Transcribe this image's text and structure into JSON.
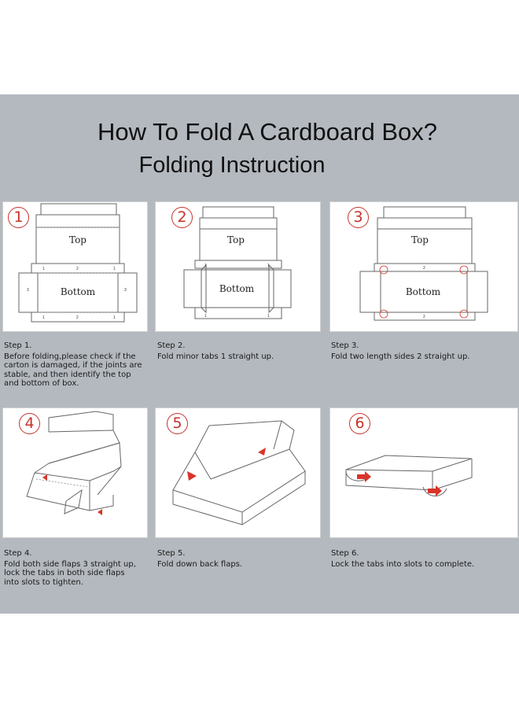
{
  "title": "How To Fold A Cardboard Box?",
  "subtitle": "Folding Instruction",
  "labels": {
    "top": "Top",
    "bottom": "Bottom"
  },
  "steps": [
    {
      "number": "1",
      "step": "Step 1.",
      "description": "Before folding,please check if the\ncarton is damaged, if the joints are\nstable, and then identify the top\nand bottom of box."
    },
    {
      "number": "2",
      "step": "Step 2.",
      "description": "Fold minor tabs 1 straight up."
    },
    {
      "number": "3",
      "step": "Step 3.",
      "description": "Fold two length sides 2 straight up."
    },
    {
      "number": "4",
      "step": "Step 4.",
      "description": "Fold both side flaps 3 straight up,\nlock the tabs in both side flaps\ninto slots to tighten."
    },
    {
      "number": "5",
      "step": "Step 5.",
      "description": "Fold down back flaps."
    },
    {
      "number": "6",
      "step": "Step 6.",
      "description": "Lock the tabs into slots to complete."
    }
  ],
  "colors": {
    "panel": "#b4b9bf",
    "accent": "#c8322a"
  }
}
